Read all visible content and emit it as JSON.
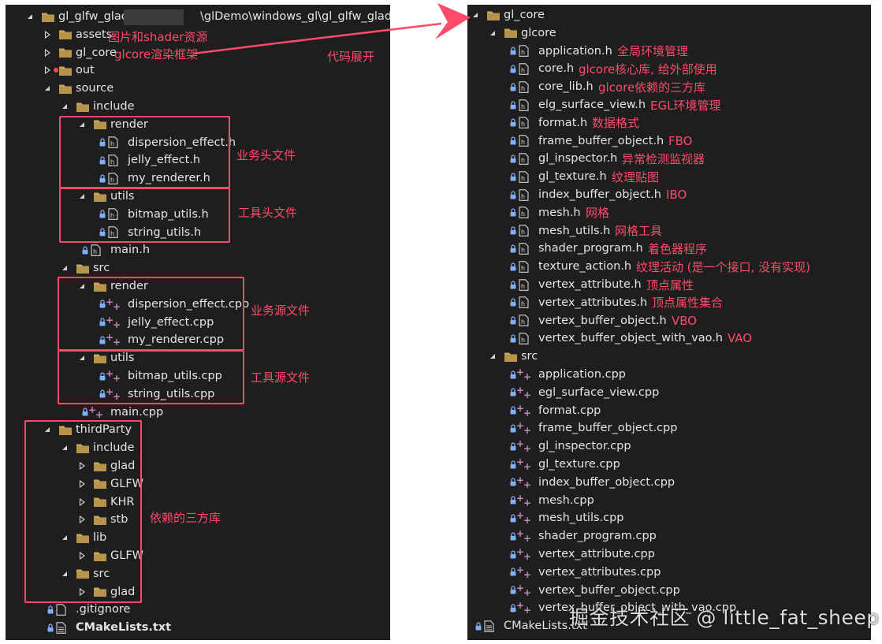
{
  "left_tree": [
    {
      "label": "gl_glfw_glad (",
      "label2": "\\glDemo\\windows_gl\\gl_glfw_glad)",
      "type": "folder",
      "depth": 0,
      "state": "open",
      "root": true,
      "redacted": true
    },
    {
      "label": "assets",
      "type": "folder",
      "depth": 1,
      "state": "closed"
    },
    {
      "label": "gl_core",
      "type": "folder",
      "depth": 1,
      "state": "closed"
    },
    {
      "label": "out",
      "type": "folder",
      "depth": 1,
      "state": "closed",
      "dot": true
    },
    {
      "label": "source",
      "type": "folder",
      "depth": 1,
      "state": "open"
    },
    {
      "label": "include",
      "type": "folder",
      "depth": 2,
      "state": "open"
    },
    {
      "label": "render",
      "type": "folder",
      "depth": 3,
      "state": "open"
    },
    {
      "label": "dispersion_effect.h",
      "type": "h",
      "depth": 4
    },
    {
      "label": "jelly_effect.h",
      "type": "h",
      "depth": 4
    },
    {
      "label": "my_renderer.h",
      "type": "h",
      "depth": 4
    },
    {
      "label": "utils",
      "type": "folder",
      "depth": 3,
      "state": "open"
    },
    {
      "label": "bitmap_utils.h",
      "type": "h",
      "depth": 4
    },
    {
      "label": "string_utils.h",
      "type": "h",
      "depth": 4
    },
    {
      "label": "main.h",
      "type": "h",
      "depth": 3
    },
    {
      "label": "src",
      "type": "folder",
      "depth": 2,
      "state": "open"
    },
    {
      "label": "render",
      "type": "folder",
      "depth": 3,
      "state": "open"
    },
    {
      "label": "dispersion_effect.cpp",
      "type": "cpp",
      "depth": 4
    },
    {
      "label": "jelly_effect.cpp",
      "type": "cpp",
      "depth": 4
    },
    {
      "label": "my_renderer.cpp",
      "type": "cpp",
      "depth": 4
    },
    {
      "label": "utils",
      "type": "folder",
      "depth": 3,
      "state": "open"
    },
    {
      "label": "bitmap_utils.cpp",
      "type": "cpp",
      "depth": 4
    },
    {
      "label": "string_utils.cpp",
      "type": "cpp",
      "depth": 4
    },
    {
      "label": "main.cpp",
      "type": "cpp",
      "depth": 3
    },
    {
      "label": "thirdParty",
      "type": "folder",
      "depth": 1,
      "state": "open"
    },
    {
      "label": "include",
      "type": "folder",
      "depth": 2,
      "state": "open"
    },
    {
      "label": "glad",
      "type": "folder",
      "depth": 3,
      "state": "closed"
    },
    {
      "label": "GLFW",
      "type": "folder",
      "depth": 3,
      "state": "closed"
    },
    {
      "label": "KHR",
      "type": "folder",
      "depth": 3,
      "state": "closed"
    },
    {
      "label": "stb",
      "type": "folder",
      "depth": 3,
      "state": "closed"
    },
    {
      "label": "lib",
      "type": "folder",
      "depth": 2,
      "state": "open"
    },
    {
      "label": "GLFW",
      "type": "folder",
      "depth": 3,
      "state": "closed"
    },
    {
      "label": "src",
      "type": "folder",
      "depth": 2,
      "state": "open"
    },
    {
      "label": "glad",
      "type": "folder",
      "depth": 3,
      "state": "closed"
    },
    {
      "label": ".gitignore",
      "type": "file",
      "depth": 1
    },
    {
      "label": "CMakeLists.txt",
      "type": "txt",
      "depth": 1,
      "bold": true
    }
  ],
  "right_tree": [
    {
      "label": "gl_core",
      "type": "folder",
      "depth": 0,
      "state": "open"
    },
    {
      "label": "glcore",
      "type": "folder",
      "depth": 1,
      "state": "open"
    },
    {
      "label": "application.h",
      "type": "h",
      "depth": 2,
      "note": "全局环境管理"
    },
    {
      "label": "core.h",
      "type": "h",
      "depth": 2,
      "note": "glcore核心库, 给外部使用"
    },
    {
      "label": "core_lib.h",
      "type": "h",
      "depth": 2,
      "note": "glcore依赖的三方库"
    },
    {
      "label": "elg_surface_view.h",
      "type": "h",
      "depth": 2,
      "note": "EGL环境管理"
    },
    {
      "label": "format.h",
      "type": "h",
      "depth": 2,
      "note": "数据格式"
    },
    {
      "label": "frame_buffer_object.h",
      "type": "h",
      "depth": 2,
      "note": "FBO"
    },
    {
      "label": "gl_inspector.h",
      "type": "h",
      "depth": 2,
      "note": "异常检测监视器"
    },
    {
      "label": "gl_texture.h",
      "type": "h",
      "depth": 2,
      "note": "纹理贴图"
    },
    {
      "label": "index_buffer_object.h",
      "type": "h",
      "depth": 2,
      "note": "IBO"
    },
    {
      "label": "mesh.h",
      "type": "h",
      "depth": 2,
      "note": "网格"
    },
    {
      "label": "mesh_utils.h",
      "type": "h",
      "depth": 2,
      "note": "网格工具"
    },
    {
      "label": "shader_program.h",
      "type": "h",
      "depth": 2,
      "note": "着色器程序"
    },
    {
      "label": "texture_action.h",
      "type": "h",
      "depth": 2,
      "note": "纹理活动 (是一个接口, 没有实现)"
    },
    {
      "label": "vertex_attribute.h",
      "type": "h",
      "depth": 2,
      "note": "顶点属性"
    },
    {
      "label": "vertex_attributes.h",
      "type": "h",
      "depth": 2,
      "note": "顶点属性集合"
    },
    {
      "label": "vertex_buffer_object.h",
      "type": "h",
      "depth": 2,
      "note": "VBO"
    },
    {
      "label": "vertex_buffer_object_with_vao.h",
      "type": "h",
      "depth": 2,
      "note": "VAO"
    },
    {
      "label": "src",
      "type": "folder",
      "depth": 1,
      "state": "open"
    },
    {
      "label": "application.cpp",
      "type": "cpp",
      "depth": 2
    },
    {
      "label": "egl_surface_view.cpp",
      "type": "cpp",
      "depth": 2
    },
    {
      "label": "format.cpp",
      "type": "cpp",
      "depth": 2
    },
    {
      "label": "frame_buffer_object.cpp",
      "type": "cpp",
      "depth": 2
    },
    {
      "label": "gl_inspector.cpp",
      "type": "cpp",
      "depth": 2
    },
    {
      "label": "gl_texture.cpp",
      "type": "cpp",
      "depth": 2
    },
    {
      "label": "index_buffer_object.cpp",
      "type": "cpp",
      "depth": 2
    },
    {
      "label": "mesh.cpp",
      "type": "cpp",
      "depth": 2
    },
    {
      "label": "mesh_utils.cpp",
      "type": "cpp",
      "depth": 2
    },
    {
      "label": "shader_program.cpp",
      "type": "cpp",
      "depth": 2
    },
    {
      "label": "vertex_attribute.cpp",
      "type": "cpp",
      "depth": 2
    },
    {
      "label": "vertex_attributes.cpp",
      "type": "cpp",
      "depth": 2
    },
    {
      "label": "vertex_buffer_object.cpp",
      "type": "cpp",
      "depth": 2
    },
    {
      "label": "vertex_buffer_object_with_vao.cpp",
      "type": "cpp",
      "depth": 2
    },
    {
      "label": "CMakeLists.txt",
      "type": "txt",
      "depth": 0
    }
  ],
  "annotations": {
    "assets_note": "图片和shader资源",
    "gl_core_note": "glcore渲染框架",
    "expand_note": "代码展开",
    "business_header_note": "业务头文件",
    "tool_header_note": "工具头文件",
    "business_source_note": "业务源文件",
    "tool_source_note": "工具源文件",
    "third_party_note": "依赖的三方库"
  },
  "watermark": "掘金技术社区 @ little_fat_sheep",
  "colors": {
    "panel_bg": "#1e1e1e",
    "text": "#e4e4e4",
    "annotation": "#ff4a6b",
    "folder": "#c9a65a",
    "cpp_icon": "#c586c0"
  }
}
